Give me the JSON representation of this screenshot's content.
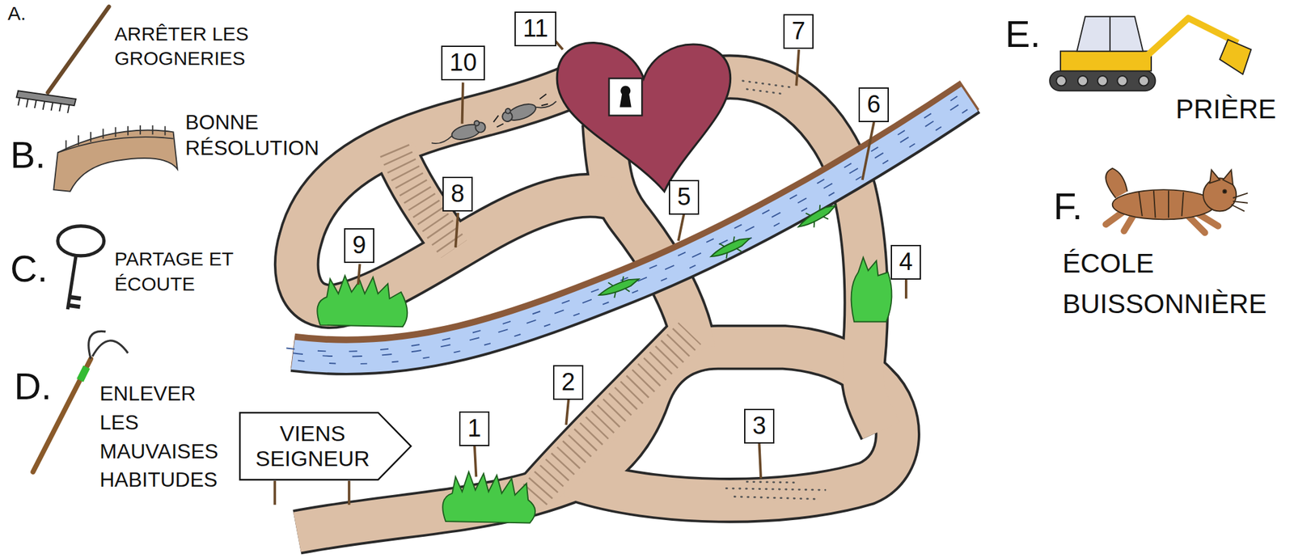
{
  "diagram": {
    "nodes": [
      {
        "text": [
          "1"
        ]
      },
      {
        "text": [
          "2"
        ]
      },
      {
        "text": [
          "3"
        ]
      },
      {
        "text": [
          "4"
        ]
      },
      {
        "text": [
          "5"
        ]
      },
      {
        "text": [
          "6"
        ]
      },
      {
        "text": [
          "7"
        ]
      },
      {
        "text": [
          "8"
        ]
      },
      {
        "text": [
          "9"
        ]
      },
      {
        "text": [
          "10"
        ]
      },
      {
        "text": [
          "11"
        ]
      },
      {
        "text": [
          "VIENS SEIGNEUR"
        ]
      }
    ],
    "labels": [
      "A.",
      "ARRÊTER LES GROGNERIES",
      "B.",
      "BONNE RÉSOLUTION",
      "C.",
      "PARTAGE ET ÉCOUTE",
      "D.",
      "ENLEVER LES MAUVAISES HABITUDES",
      "E.",
      "PRIÈRE",
      "F.",
      "ÉCOLE BUISSONNIÈRE"
    ]
  }
}
